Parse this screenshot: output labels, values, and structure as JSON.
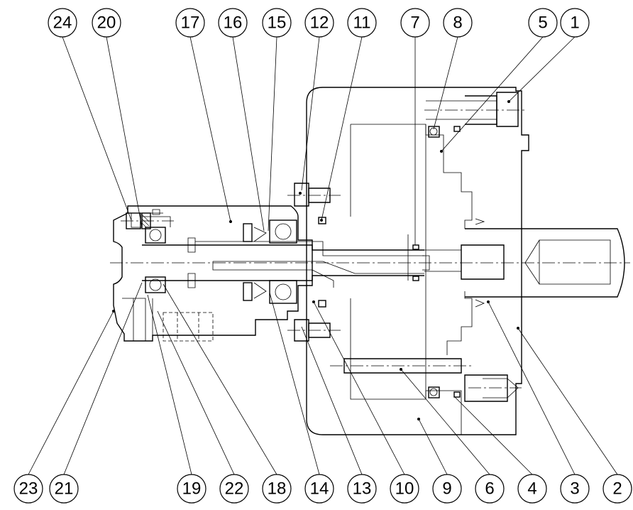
{
  "figure": "cross-section assembly drawing with numbered part callouts",
  "callouts_top": [
    "24",
    "20",
    "17",
    "16",
    "15",
    "12",
    "11",
    "7",
    "8",
    "5",
    "1"
  ],
  "callouts_bottom": [
    "23",
    "21",
    "19",
    "22",
    "18",
    "14",
    "13",
    "10",
    "9",
    "6",
    "4",
    "3",
    "2"
  ]
}
